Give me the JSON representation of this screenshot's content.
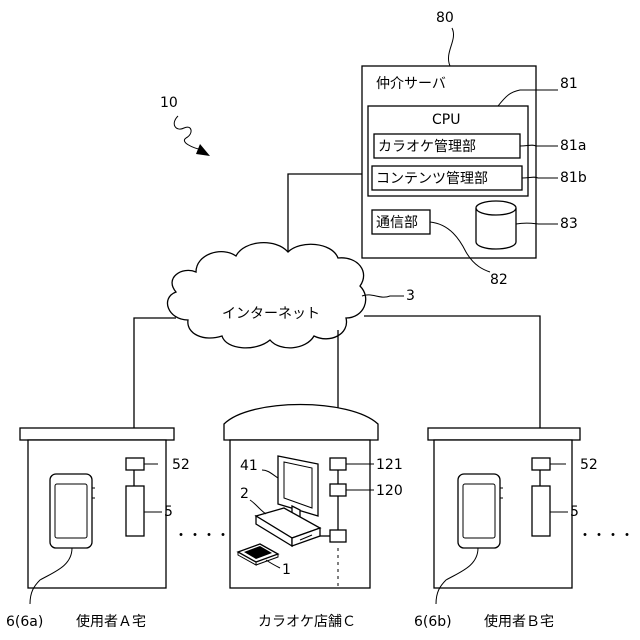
{
  "system_ref": "10",
  "server": {
    "ref": "80",
    "title": "仲介サーバ",
    "processor_ref": "81",
    "cpu_label": "CPU",
    "karaoke_mgmt": "カラオケ管理部",
    "karaoke_mgmt_ref": "81a",
    "content_mgmt": "コンテンツ管理部",
    "content_mgmt_ref": "81b",
    "comm": "通信部",
    "comm_ref": "82",
    "db_ref": "83"
  },
  "network": {
    "label": "インターネット",
    "ref": "3"
  },
  "house_a": {
    "label": "使用者Ａ宅",
    "phone_ref": "6(6a)",
    "router_ref": "52",
    "device_ref": "5",
    "dots": "・・・・"
  },
  "store": {
    "label": "カラオケ店舗Ｃ",
    "monitor_ref": "41",
    "terminal_ref": "2",
    "tablet_ref": "1",
    "router_ref": "121",
    "switch_ref": "120"
  },
  "house_b": {
    "label": "使用者Ｂ宅",
    "phone_ref": "6(6b)",
    "router_ref": "52",
    "device_ref": "5",
    "dots": "・・・・"
  }
}
